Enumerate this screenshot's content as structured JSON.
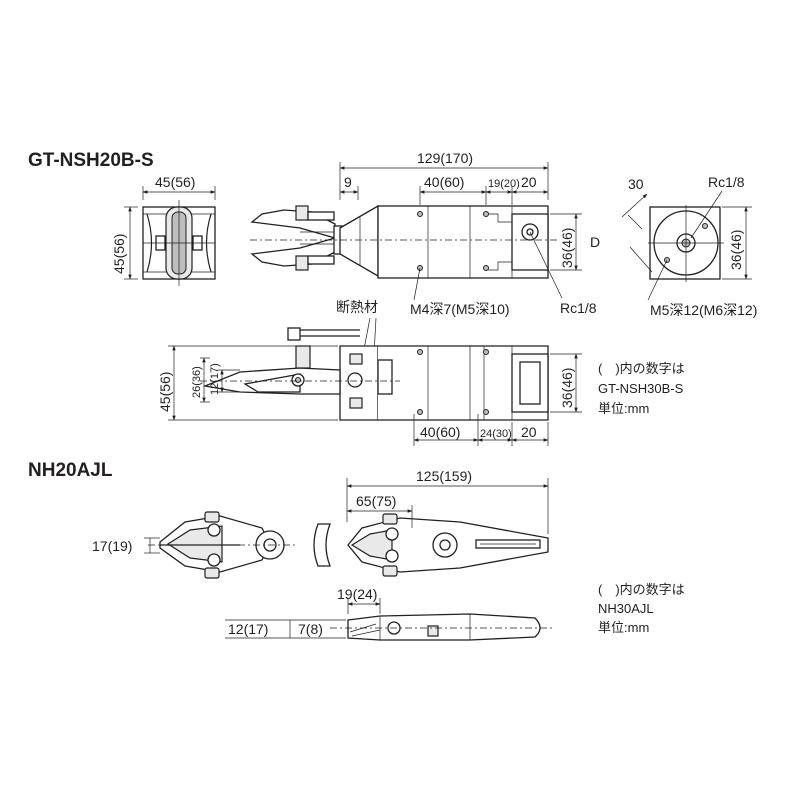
{
  "diagram1": {
    "title": "GT-NSH20B-S",
    "dims": {
      "side_width": "45(56)",
      "side_height": "45(56)",
      "overall_length": "129(170)",
      "d9": "9",
      "d40_top": "40(60)",
      "d19": "19(20)",
      "d20_top": "20",
      "d36_top": "36(46)",
      "d_label": "D",
      "end_30": "30",
      "end_rc": "Rc1/8",
      "end_36": "36(46)",
      "end_m5": "M5深12(M6深12)",
      "rc_mid": "Rc1/8",
      "m4": "M4深7(M5深10)",
      "insulation": "断熱材",
      "bottom_45": "45(56)",
      "bottom_26": "26(36)",
      "bottom_12": "12(17)",
      "bottom_36": "36(46)",
      "bottom_40": "40(60)",
      "bottom_24": "24(30)",
      "bottom_20": "20"
    },
    "note": {
      "line1": "(　)内の数字は",
      "line2": "GT-NSH30B-S",
      "line3": "単位:mm"
    }
  },
  "diagram2": {
    "title": "NH20AJL",
    "dims": {
      "overall": "125(159)",
      "d65": "65(75)",
      "d17": "17(19)",
      "d19": "19(24)",
      "d12": "12(17)",
      "d7": "7(8)"
    },
    "note": {
      "line1": "(　)内の数字は",
      "line2": "NH30AJL",
      "line3": "単位:mm"
    }
  }
}
